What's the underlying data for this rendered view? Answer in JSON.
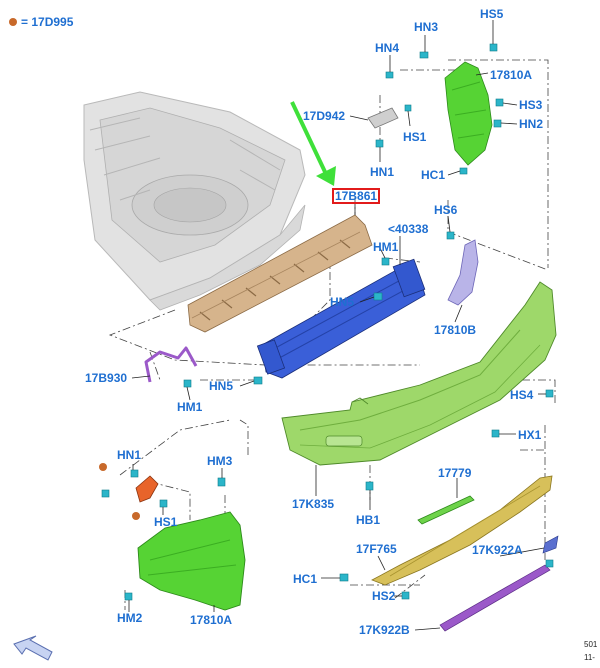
{
  "legend": {
    "label": "= 17D995",
    "dot_color": "#c8692a"
  },
  "callouts": {
    "hn3": "HN3",
    "hs5": "HS5",
    "hn4": "HN4",
    "17810a_top": "17810A",
    "hs3": "HS3",
    "17d942": "17D942",
    "hn2": "HN2",
    "hs1_top": "HS1",
    "hn1_top": "HN1",
    "hc1_top": "HC1",
    "17b861": "17B861",
    "hs6": "HS6",
    "40338": "<40338",
    "hm1_mid": "HM1",
    "hn5_mid": "HN5",
    "17810b": "17810B",
    "17b930": "17B930",
    "hn5_low": "HN5",
    "hm1_low": "HM1",
    "hs4": "HS4",
    "hx1": "HX1",
    "hn1_low": "HN1",
    "hm3": "HM3",
    "17k835": "17K835",
    "17779": "17779",
    "hs1_low": "HS1",
    "hb1": "HB1",
    "17f765": "17F765",
    "17k922a": "17K922A",
    "hc1_low": "HC1",
    "hs2": "HS2",
    "hm2": "HM2",
    "17810a_low": "17810A",
    "17k922b": "17K922B"
  },
  "footer": {
    "page": "501",
    "code": "11-"
  },
  "colors": {
    "label": "#1f6fd1",
    "highlight_box": "#e21b1b",
    "pointer_arrow": "#3fe03a",
    "bumper_cover": "#9ed86a",
    "bracket": "#56d334",
    "absorber": "#d6b48c",
    "beam": "#3a5fd8",
    "deflector": "#d7c05a",
    "trim_strip": "#9b59c9",
    "floor_pan": "#e2e2e2"
  }
}
